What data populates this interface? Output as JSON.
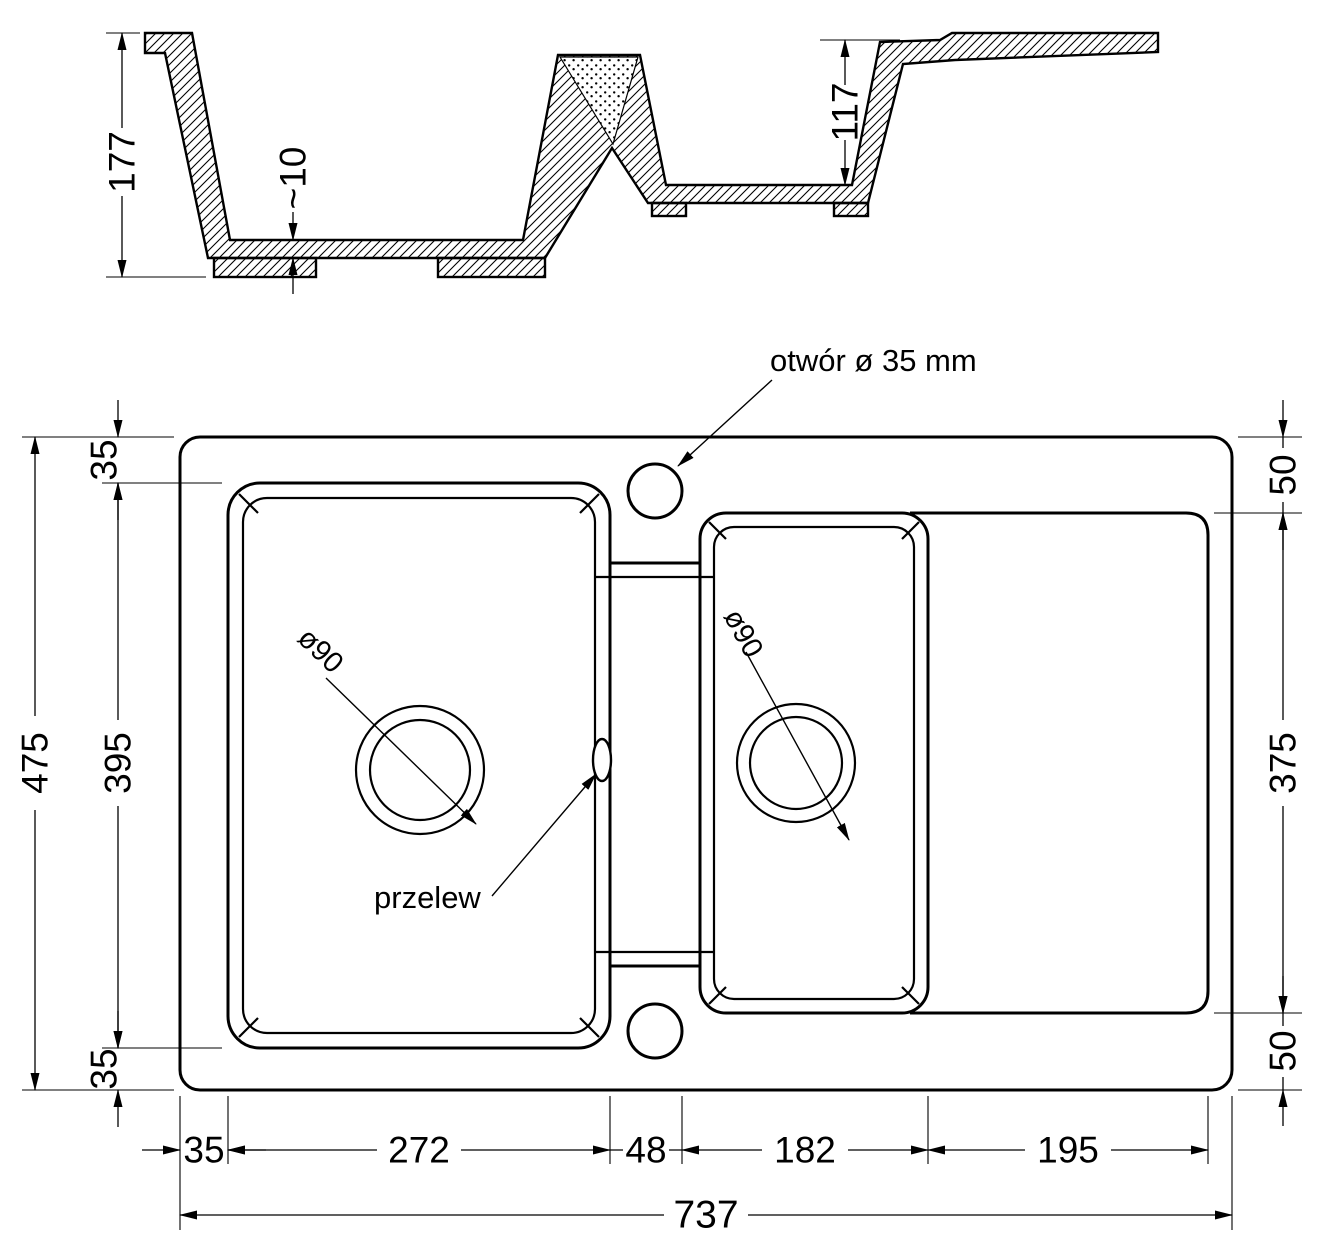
{
  "section": {
    "depth_left": "177",
    "bottom_thickness": "~10",
    "depth_right": "117"
  },
  "plan": {
    "hole_callout": "otwór ø 35 mm",
    "overflow_callout": "przelew",
    "drain_left_diameter": "ø90",
    "drain_right_diameter": "ø90",
    "dim_total_height": "475",
    "dim_bowl_height": "395",
    "dim_left_margin_top": "35",
    "dim_left_margin_bottom": "35",
    "dim_right_margin_top": "50",
    "dim_drainer_height": "375",
    "dim_right_margin_bottom": "50",
    "dim_bottom_margin_left": "35",
    "dim_bowl1_width": "272",
    "dim_divider_width": "48",
    "dim_bowl2_width": "182",
    "dim_drainer_width": "195",
    "dim_total_width": "737"
  }
}
